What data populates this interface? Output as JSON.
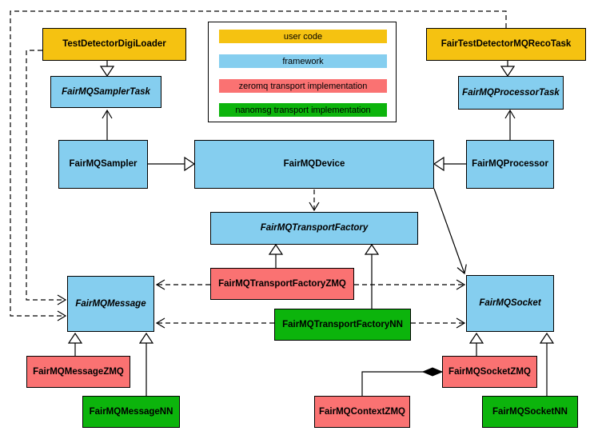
{
  "diagram": {
    "type": "uml-class-diagram",
    "colors": {
      "user_code": "#F5C211",
      "framework": "#85CEEF",
      "zeromq": "#FA7272",
      "nanomsg": "#0CB40C",
      "edge": "#000000",
      "background": "#FFFFFF"
    },
    "legend": {
      "items": [
        {
          "label": "user code",
          "color": "#F5C211"
        },
        {
          "label": "framework",
          "color": "#85CEEF"
        },
        {
          "label": "zeromq transport implementation",
          "color": "#FA7272"
        },
        {
          "label": "nanomsg transport implementation",
          "color": "#0CB40C"
        }
      ]
    },
    "nodes": {
      "testDetectorDigiLoader": {
        "label": "TestDetectorDigiLoader",
        "category": "user code",
        "abstract": false
      },
      "fairTestDetectorMQRecoTask": {
        "label": "FairTestDetectorMQRecoTask",
        "category": "user code",
        "abstract": false
      },
      "fairMQSamplerTask": {
        "label": "FairMQSamplerTask",
        "category": "framework",
        "abstract": true
      },
      "fairMQProcessorTask": {
        "label": "FairMQProcessorTask",
        "category": "framework",
        "abstract": true
      },
      "fairMQSampler": {
        "label": "FairMQSampler",
        "category": "framework",
        "abstract": false
      },
      "fairMQDevice": {
        "label": "FairMQDevice",
        "category": "framework",
        "abstract": false
      },
      "fairMQProcessor": {
        "label": "FairMQProcessor",
        "category": "framework",
        "abstract": false
      },
      "fairMQTransportFactory": {
        "label": "FairMQTransportFactory",
        "category": "framework",
        "abstract": true
      },
      "fairMQTransportFactoryZMQ": {
        "label": "FairMQTransportFactoryZMQ",
        "category": "zeromq",
        "abstract": false
      },
      "fairMQTransportFactoryNN": {
        "label": "FairMQTransportFactoryNN",
        "category": "nanomsg",
        "abstract": false
      },
      "fairMQMessage": {
        "label": "FairMQMessage",
        "category": "framework",
        "abstract": true
      },
      "fairMQSocket": {
        "label": "FairMQSocket",
        "category": "framework",
        "abstract": true
      },
      "fairMQMessageZMQ": {
        "label": "FairMQMessageZMQ",
        "category": "zeromq",
        "abstract": false
      },
      "fairMQMessageNN": {
        "label": "FairMQMessageNN",
        "category": "nanomsg",
        "abstract": false
      },
      "fairMQContextZMQ": {
        "label": "FairMQContextZMQ",
        "category": "zeromq",
        "abstract": false
      },
      "fairMQSocketZMQ": {
        "label": "FairMQSocketZMQ",
        "category": "zeromq",
        "abstract": false
      },
      "fairMQSocketNN": {
        "label": "FairMQSocketNN",
        "category": "nanomsg",
        "abstract": false
      }
    },
    "relationships": [
      {
        "from": "TestDetectorDigiLoader",
        "to": "FairMQSamplerTask",
        "type": "inheritance"
      },
      {
        "from": "FairTestDetectorMQRecoTask",
        "to": "FairMQProcessorTask",
        "type": "inheritance"
      },
      {
        "from": "FairMQSampler",
        "to": "FairMQDevice",
        "type": "inheritance"
      },
      {
        "from": "FairMQProcessor",
        "to": "FairMQDevice",
        "type": "inheritance"
      },
      {
        "from": "FairMQSampler",
        "to": "FairMQSamplerTask",
        "type": "association"
      },
      {
        "from": "FairMQProcessor",
        "to": "FairMQProcessorTask",
        "type": "association"
      },
      {
        "from": "FairMQDevice",
        "to": "FairMQTransportFactory",
        "type": "dependency"
      },
      {
        "from": "FairMQDevice",
        "to": "FairMQSocket",
        "type": "association"
      },
      {
        "from": "FairMQTransportFactoryZMQ",
        "to": "FairMQTransportFactory",
        "type": "inheritance"
      },
      {
        "from": "FairMQTransportFactoryNN",
        "to": "FairMQTransportFactory",
        "type": "inheritance"
      },
      {
        "from": "FairMQTransportFactoryZMQ",
        "to": "FairMQMessage",
        "type": "dependency"
      },
      {
        "from": "FairMQTransportFactoryZMQ",
        "to": "FairMQSocket",
        "type": "dependency"
      },
      {
        "from": "FairMQTransportFactoryNN",
        "to": "FairMQMessage",
        "type": "dependency"
      },
      {
        "from": "FairMQTransportFactoryNN",
        "to": "FairMQSocket",
        "type": "dependency"
      },
      {
        "from": "TestDetectorDigiLoader",
        "to": "FairMQMessage",
        "type": "dependency"
      },
      {
        "from": "FairTestDetectorMQRecoTask",
        "to": "FairMQMessage",
        "type": "dependency"
      },
      {
        "from": "FairMQMessageZMQ",
        "to": "FairMQMessage",
        "type": "inheritance"
      },
      {
        "from": "FairMQMessageNN",
        "to": "FairMQMessage",
        "type": "inheritance"
      },
      {
        "from": "FairMQSocketZMQ",
        "to": "FairMQSocket",
        "type": "inheritance"
      },
      {
        "from": "FairMQSocketNN",
        "to": "FairMQSocket",
        "type": "inheritance"
      },
      {
        "from": "FairMQSocketZMQ",
        "to": "FairMQContextZMQ",
        "type": "composition"
      }
    ]
  }
}
